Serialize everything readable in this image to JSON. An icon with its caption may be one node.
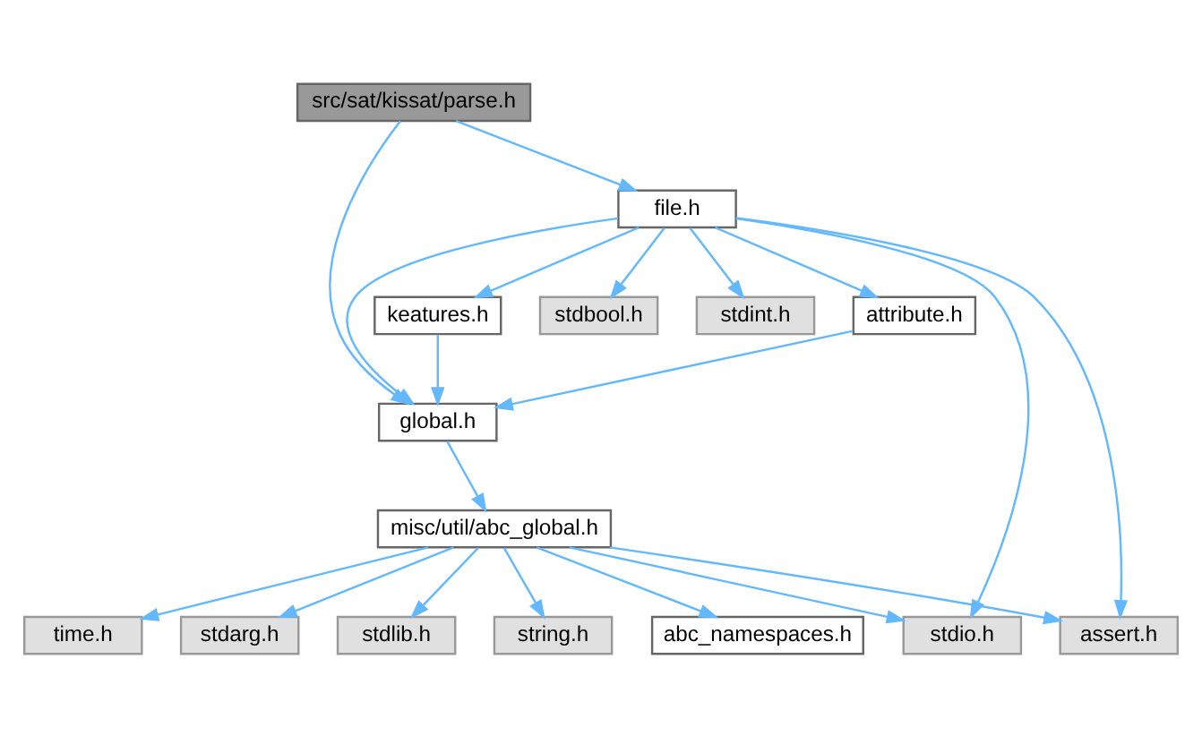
{
  "diagram": {
    "nodes": [
      {
        "text": [
          "src/sat/kissat/parse.h"
        ]
      },
      {
        "text": [
          "file.h"
        ]
      },
      {
        "text": [
          "attribute.h"
        ]
      },
      {
        "text": [
          "keatures.h"
        ]
      },
      {
        "text": [
          "stdbool.h"
        ]
      },
      {
        "text": [
          "stdint.h"
        ]
      },
      {
        "text": [
          "global.h"
        ]
      },
      {
        "text": [
          "misc/util/abc_global.h"
        ]
      },
      {
        "text": [
          "abc_namespaces.h"
        ]
      },
      {
        "text": [
          "time.h"
        ]
      },
      {
        "text": [
          "stdarg.h"
        ]
      },
      {
        "text": [
          "stdlib.h"
        ]
      },
      {
        "text": [
          "string.h"
        ]
      },
      {
        "text": [
          "stdio.h"
        ]
      },
      {
        "text": [
          "assert.h"
        ]
      }
    ],
    "edges": [
      {
        "from": 0,
        "to": 6,
        "arrow": "to"
      },
      {
        "from": 0,
        "to": 1,
        "arrow": "to"
      },
      {
        "from": 1,
        "to": 2,
        "arrow": "to"
      },
      {
        "from": 1,
        "to": 3,
        "arrow": "to"
      },
      {
        "from": 1,
        "to": 4,
        "arrow": "to"
      },
      {
        "from": 1,
        "to": 5,
        "arrow": "to"
      },
      {
        "from": 1,
        "to": 6,
        "arrow": "to"
      },
      {
        "from": 1,
        "to": 13,
        "arrow": "to"
      },
      {
        "from": 1,
        "to": 14,
        "arrow": "to"
      },
      {
        "from": 2,
        "to": 6,
        "arrow": "to"
      },
      {
        "from": 3,
        "to": 6,
        "arrow": "to"
      },
      {
        "from": 6,
        "to": 7,
        "arrow": "to"
      },
      {
        "from": 7,
        "to": 8,
        "arrow": "to"
      },
      {
        "from": 7,
        "to": 9,
        "arrow": "to"
      },
      {
        "from": 7,
        "to": 10,
        "arrow": "to"
      },
      {
        "from": 7,
        "to": 11,
        "arrow": "to"
      },
      {
        "from": 7,
        "to": 12,
        "arrow": "to"
      },
      {
        "from": 7,
        "to": 13,
        "arrow": "to"
      },
      {
        "from": 7,
        "to": 14,
        "arrow": "to"
      }
    ]
  }
}
